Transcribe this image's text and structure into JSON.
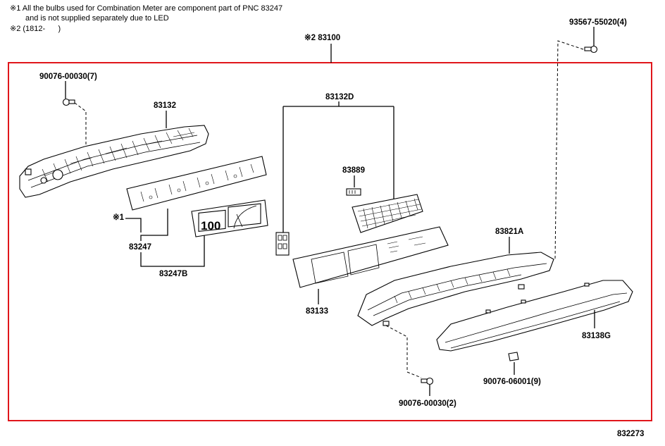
{
  "notes": {
    "line1": "※1 All the bulbs used for Combination Meter are component part of PNC 83247",
    "line2": "and is not supplied separately due to LED",
    "line3": "※2 (1812-      )"
  },
  "assembly": {
    "label": "※2 83100"
  },
  "parts": {
    "p93567": "93567-55020(4)",
    "p90076_top": "90076-00030(7)",
    "p83132": "83132",
    "p83132D": "83132D",
    "p83889": "83889",
    "mark1": "※1",
    "p83247": "83247",
    "p83247B": "83247B",
    "p83133": "83133",
    "p83821A": "83821A",
    "p83138G": "83138G",
    "p90076_06001": "90076-06001(9)",
    "p90076_bottom": "90076-00030(2)"
  },
  "display": {
    "speed": "100"
  },
  "figure_id": "832273",
  "colors": {
    "frame": "#e0161b",
    "ink": "#000000",
    "background": "#ffffff"
  }
}
